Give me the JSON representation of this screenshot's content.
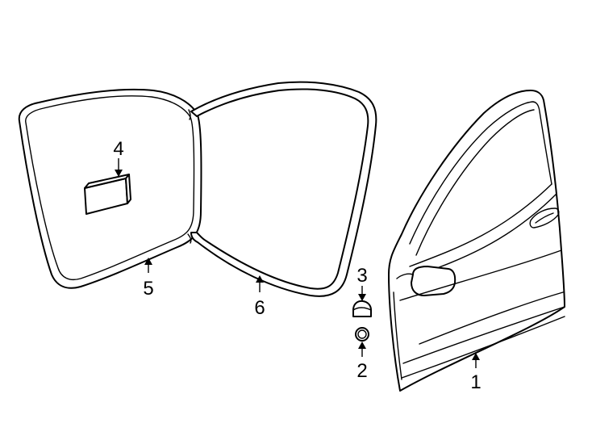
{
  "callouts": {
    "door_shell": "1",
    "plug": "2",
    "bumper": "3",
    "label": "4",
    "body_weatherstrip": "5",
    "door_weatherstrip": "6"
  }
}
